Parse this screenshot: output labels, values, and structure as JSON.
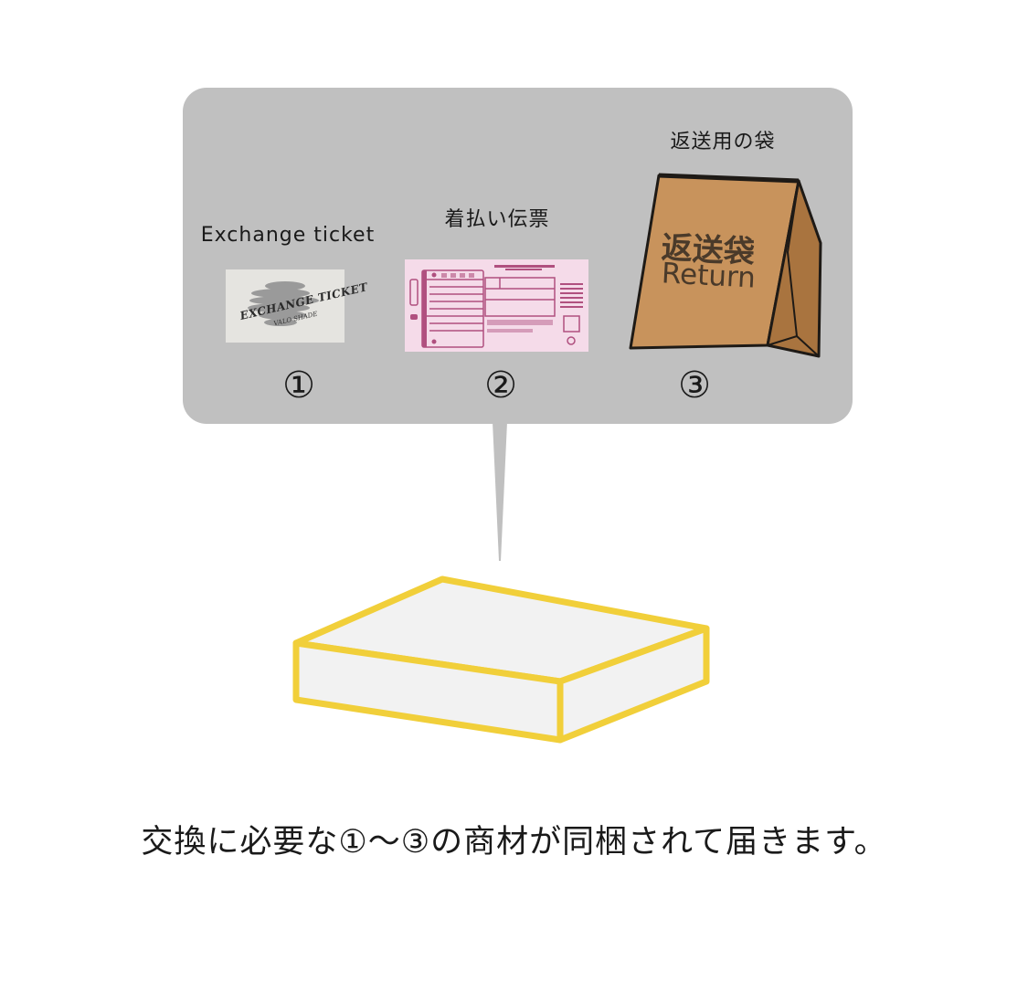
{
  "items": [
    {
      "label": "Exchange  ticket",
      "number": "①",
      "card_text": "EXCHANGE TICKET",
      "card_subtext": "VALO SHADE"
    },
    {
      "label": "着払い伝票",
      "number": "②"
    },
    {
      "label": "返送用の袋",
      "number": "③",
      "bag_title": "返送袋",
      "bag_subtitle": "Return"
    }
  ],
  "caption": "交換に必要な①～③の商材が同梱されて届きます。",
  "colors": {
    "bubble": "#c0c0c0",
    "box_outline": "#f1cf3a",
    "box_fill": "#f2f2f2",
    "bag": "#c8935c",
    "slip": "#f5dbe9",
    "slip_accent": "#b0507f"
  }
}
